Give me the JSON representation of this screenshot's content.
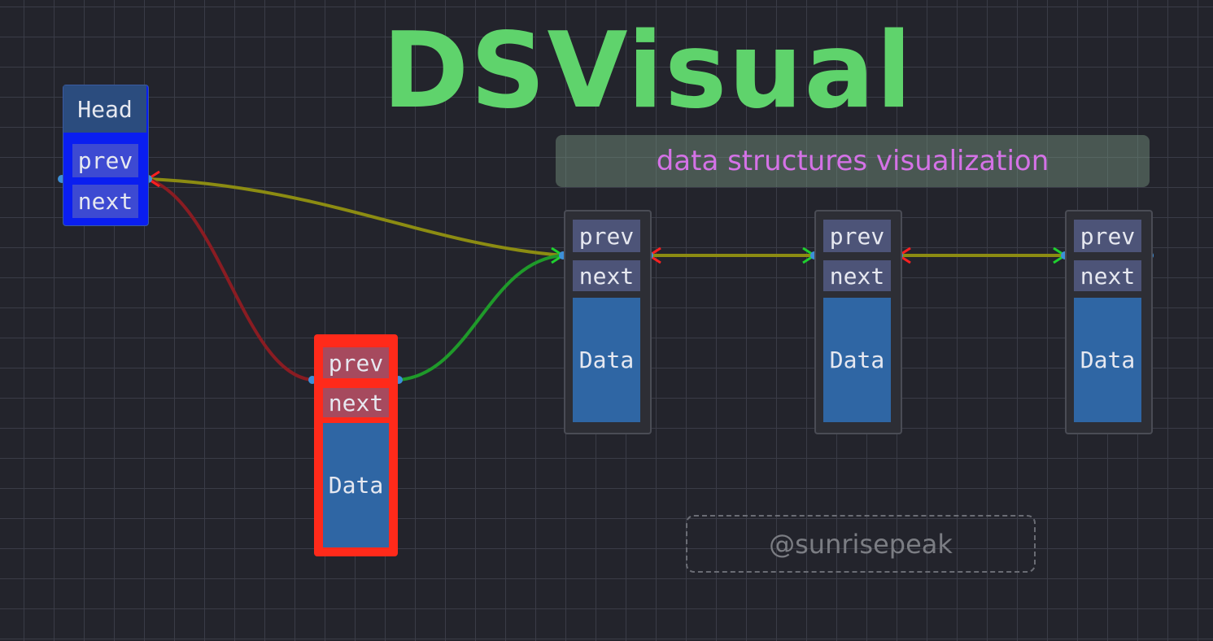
{
  "title": "DSVisual",
  "subtitle": "data structures visualization",
  "watermark": "@sunrisepeak",
  "head": {
    "header": "Head",
    "prev": "prev",
    "next": "next"
  },
  "nodes": [
    {
      "prev": "prev",
      "next": "next",
      "data": "Data",
      "state": "new"
    },
    {
      "prev": "prev",
      "next": "next",
      "data": "Data"
    },
    {
      "prev": "prev",
      "next": "next",
      "data": "Data"
    },
    {
      "prev": "prev",
      "next": "next",
      "data": "Data"
    }
  ],
  "colors": {
    "title": "#5fd36c",
    "subtitle": "#d472e6",
    "head": "#0a1ef0",
    "new_node": "#ff2a1a",
    "data": "#2f66a4",
    "link_yellow": "#8c8c12",
    "link_red": "#8a1c22",
    "link_green": "#1f9a2a"
  }
}
